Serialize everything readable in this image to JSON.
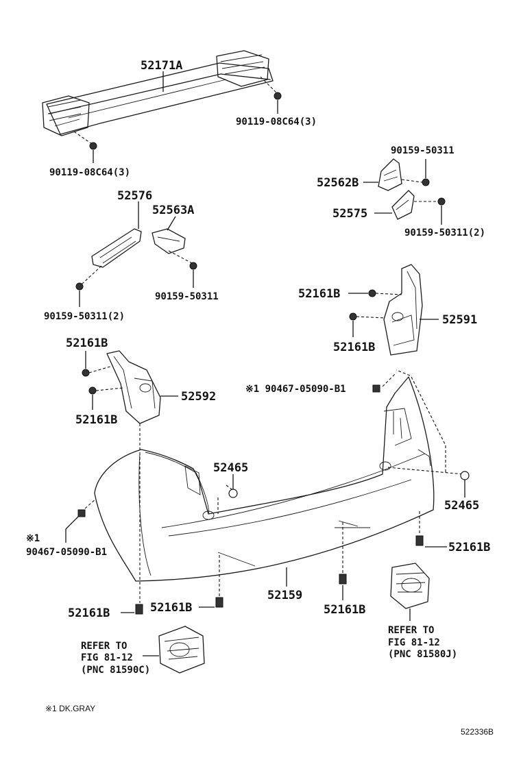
{
  "callouts": {
    "reinforcement": "52171A",
    "bolt_right_top": "90119-08C64(3)",
    "bolt_left_top": "90119-08C64(3)",
    "screw_right_top": "90159-50311",
    "retainer_right": "52562B",
    "retainer_right_lower": "52575",
    "screw_right_lower": "90159-50311(2)",
    "retainer_left": "52576",
    "retainer_left_inner": "52563A",
    "screw_left_inner": "90159-50311",
    "screw_left": "90159-50311(2)",
    "clip_right_a": "52161B",
    "bracket_right": "52591",
    "clip_right_b": "52161B",
    "clip_left_a": "52161B",
    "bracket_left": "52592",
    "clip_left_b": "52161B",
    "screw_note_right": "※1 90467-05090-B1",
    "cover_clip_left": "52465",
    "cover_clip_right": "52465",
    "screw_note_left_mark": "※1",
    "screw_note_left": "90467-05090-B1",
    "clip_right_bottom": "52161B",
    "bumper_cover": "52159",
    "clip_bottom_1": "52161B",
    "clip_bottom_2": "52161B",
    "clip_bottom_3": "52161B"
  },
  "references": {
    "left": [
      "REFER TO",
      "FIG 81-12",
      "(PNC 81590C)"
    ],
    "right": [
      "REFER TO",
      "FIG 81-12",
      "(PNC 81580J)"
    ]
  },
  "footnote": "※1 DK.GRAY",
  "illustration_id": "522336B"
}
